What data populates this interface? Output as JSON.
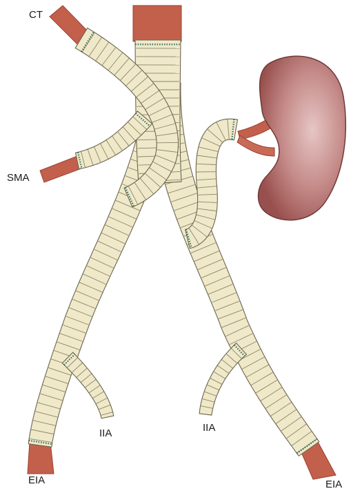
{
  "labels": {
    "ct": "CT",
    "sma": "SMA",
    "iia_left": "IIA",
    "iia_right": "IIA",
    "eia_left": "EIA",
    "eia_right": "EIA"
  },
  "colors": {
    "graft_fill": "#efe9c9",
    "graft_ring": "#8c8468",
    "graft_outline": "#6b6450",
    "vessel": "#c2604c",
    "vessel_dark": "#9c3f30",
    "kidney": "#b8706e",
    "kidney_dark": "#6f3a38",
    "suture": "#2f6b5e"
  }
}
